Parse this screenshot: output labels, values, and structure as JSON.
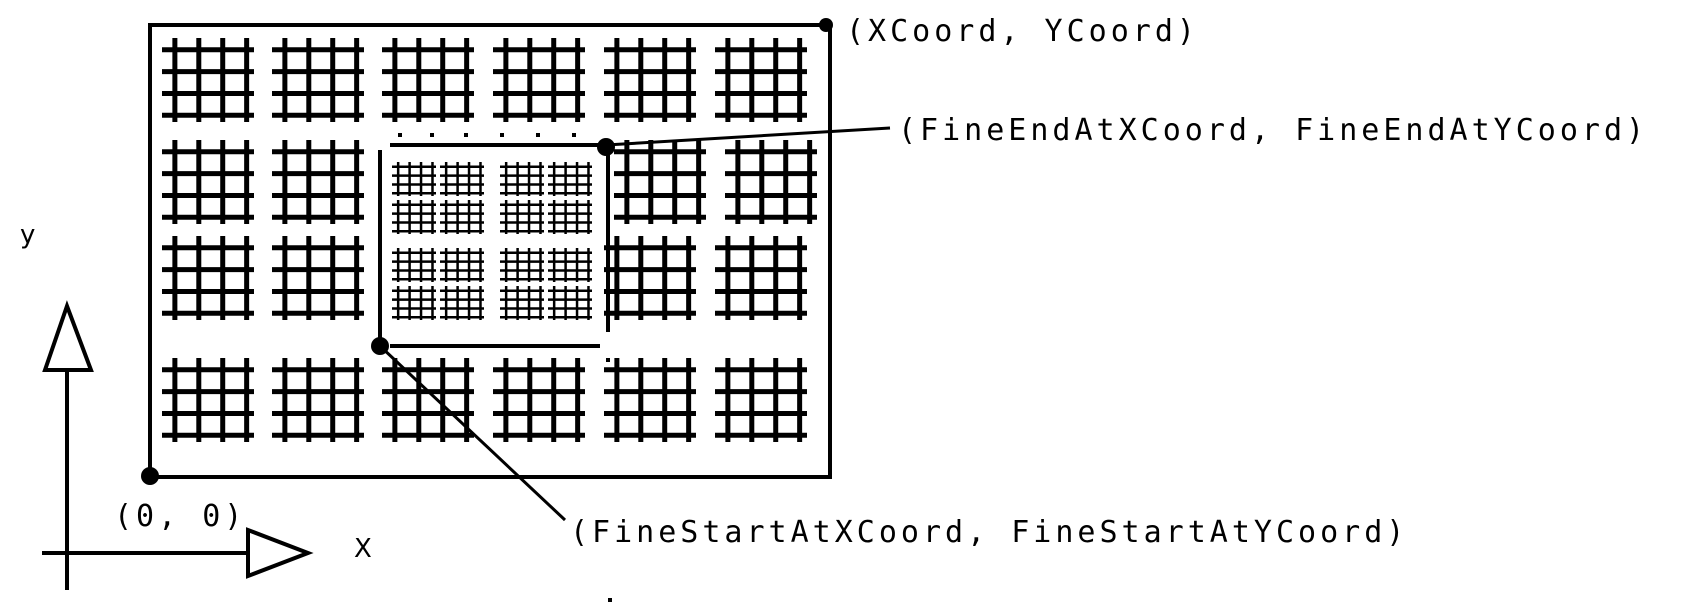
{
  "labels": {
    "top_right_corner": "(XCoord, YCoord)",
    "fine_end": "(FineEndAtXCoord, FineEndAtYCoord)",
    "fine_start": "(FineStartAtXCoord, FineStartAtYCoord)",
    "origin": "(0, 0)",
    "x_axis": "X",
    "y_axis": "y"
  },
  "grid": {
    "coarse_columns": 6,
    "coarse_rows": 4,
    "fine_region_columns": 2,
    "fine_region_rows": 2
  }
}
